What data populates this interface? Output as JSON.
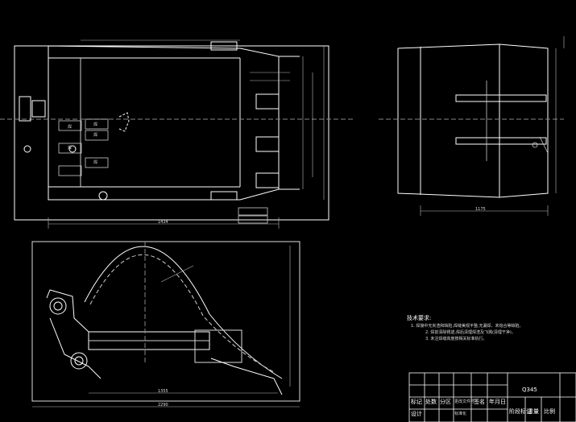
{
  "drawing": {
    "tech_notes": {
      "title": "技术要求:",
      "lines": [
        "1. 焊接中无夹渣和缺陷,焊缝美观平整,无漏焊、未熔合等缺陷。",
        "2. 焊前清除锈迹,焊后清理焊渣及飞溅(清理干净)。",
        "3. 未注焊缝高度按相关标准执行。"
      ]
    },
    "title_block": {
      "material": "Q345",
      "row1": [
        "标记",
        "处数",
        "分区",
        "更改文件号",
        "签名",
        "年月日"
      ],
      "row2": [
        "设计",
        "",
        "",
        "标准化",
        "",
        ""
      ],
      "row3_right": [
        "阶段标记",
        "重量",
        "比例"
      ]
    },
    "view_labels": {
      "weld_marks": [
        "焊",
        "焊",
        "焊",
        "焊",
        "焊"
      ],
      "dims_top": [
        "1434"
      ],
      "dims_side": [
        "1175"
      ],
      "dims_bottom": [
        "1355",
        "2290"
      ]
    }
  }
}
